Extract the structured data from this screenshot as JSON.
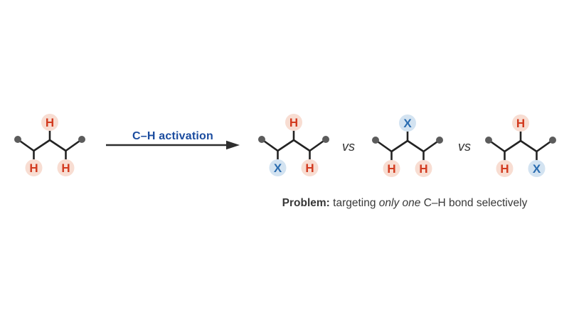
{
  "labels": {
    "arrow": "C–H activation",
    "vs": "vs",
    "problem_bold": "Problem:",
    "problem_mid": " targeting ",
    "problem_italic": "only one",
    "problem_end": " C–H bond selectively"
  },
  "colors": {
    "bond": "#232323",
    "terminal_dot": "#5c5c5c",
    "arrow": "#2e2e2e",
    "arrow_label": "#1b4c9f",
    "vs_text": "#333333",
    "problem_text": "#383838",
    "substituent": {
      "H": {
        "text": "#d23b20",
        "bg": "#f8ddd2"
      },
      "X": {
        "text": "#2a6cb0",
        "bg": "#d3e3f1"
      }
    }
  },
  "molecules": [
    {
      "id": "reactant",
      "substituents": {
        "top": "H",
        "bottom_left": "H",
        "bottom_right": "H"
      }
    },
    {
      "id": "product-alpha",
      "substituents": {
        "top": "H",
        "bottom_left": "X",
        "bottom_right": "H"
      }
    },
    {
      "id": "product-beta",
      "substituents": {
        "top": "X",
        "bottom_left": "H",
        "bottom_right": "H"
      }
    },
    {
      "id": "product-gamma",
      "substituents": {
        "top": "H",
        "bottom_left": "H",
        "bottom_right": "X"
      }
    }
  ]
}
